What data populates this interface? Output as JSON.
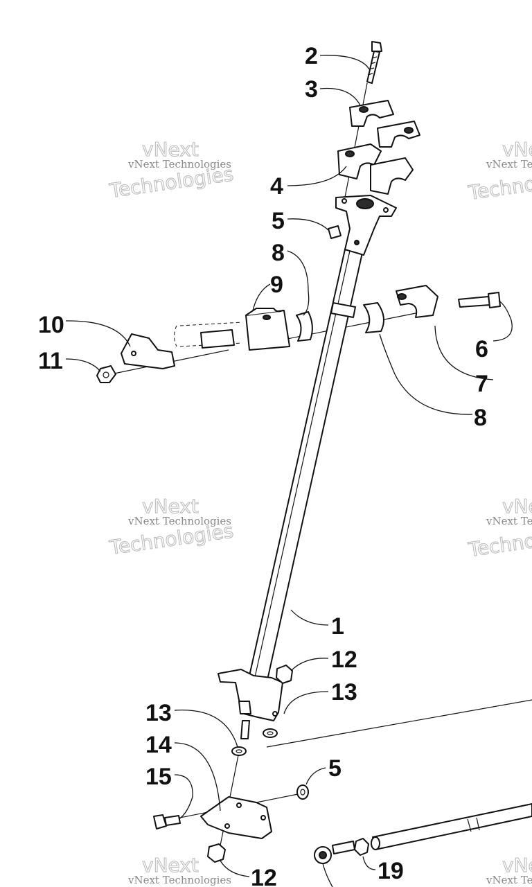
{
  "watermark": {
    "small_text": "vNext Technologies",
    "big_top": "vNext",
    "big_bottom": "Technologies"
  },
  "callouts": [
    {
      "id": "c2",
      "text": "2"
    },
    {
      "id": "c3",
      "text": "3"
    },
    {
      "id": "c4",
      "text": "4"
    },
    {
      "id": "c5a",
      "text": "5"
    },
    {
      "id": "c8a",
      "text": "8"
    },
    {
      "id": "c9",
      "text": "9"
    },
    {
      "id": "c10",
      "text": "10"
    },
    {
      "id": "c11",
      "text": "11"
    },
    {
      "id": "c6",
      "text": "6"
    },
    {
      "id": "c7",
      "text": "7"
    },
    {
      "id": "c8b",
      "text": "8"
    },
    {
      "id": "c1",
      "text": "1"
    },
    {
      "id": "c12a",
      "text": "12"
    },
    {
      "id": "c13a",
      "text": "13"
    },
    {
      "id": "c13b",
      "text": "13"
    },
    {
      "id": "c14",
      "text": "14"
    },
    {
      "id": "c15",
      "text": "15"
    },
    {
      "id": "c5b",
      "text": "5"
    },
    {
      "id": "c12b",
      "text": "12"
    },
    {
      "id": "c19",
      "text": "19"
    }
  ]
}
